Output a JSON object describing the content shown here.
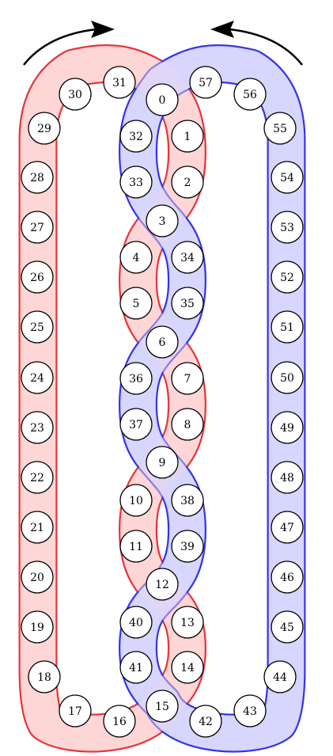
{
  "title": "",
  "colors": {
    "red_stroke": "#e8343a",
    "red_fill": "#ffd6d6",
    "blue_stroke": "#3434e8",
    "blue_fill": "#d6d6ff",
    "arrow": "#000000",
    "node_fill": "#ffffff",
    "node_stroke": "#000000"
  },
  "arrows": [
    {
      "name": "rotate-arrow-left-icon",
      "direction": "clockwise"
    },
    {
      "name": "rotate-arrow-right-icon",
      "direction": "counterclockwise"
    }
  ],
  "nodes": [
    {
      "label": "0"
    },
    {
      "label": "1"
    },
    {
      "label": "2"
    },
    {
      "label": "3"
    },
    {
      "label": "4"
    },
    {
      "label": "5"
    },
    {
      "label": "6"
    },
    {
      "label": "7"
    },
    {
      "label": "8"
    },
    {
      "label": "9"
    },
    {
      "label": "10"
    },
    {
      "label": "11"
    },
    {
      "label": "12"
    },
    {
      "label": "13"
    },
    {
      "label": "14"
    },
    {
      "label": "15"
    },
    {
      "label": "16"
    },
    {
      "label": "17"
    },
    {
      "label": "18"
    },
    {
      "label": "19"
    },
    {
      "label": "20"
    },
    {
      "label": "21"
    },
    {
      "label": "22"
    },
    {
      "label": "23"
    },
    {
      "label": "24"
    },
    {
      "label": "25"
    },
    {
      "label": "26"
    },
    {
      "label": "27"
    },
    {
      "label": "28"
    },
    {
      "label": "29"
    },
    {
      "label": "30"
    },
    {
      "label": "31"
    },
    {
      "label": "32"
    },
    {
      "label": "33"
    },
    {
      "label": "34"
    },
    {
      "label": "35"
    },
    {
      "label": "36"
    },
    {
      "label": "37"
    },
    {
      "label": "38"
    },
    {
      "label": "39"
    },
    {
      "label": "40"
    },
    {
      "label": "41"
    },
    {
      "label": "42"
    },
    {
      "label": "43"
    },
    {
      "label": "44"
    },
    {
      "label": "45"
    },
    {
      "label": "46"
    },
    {
      "label": "47"
    },
    {
      "label": "48"
    },
    {
      "label": "49"
    },
    {
      "label": "50"
    },
    {
      "label": "51"
    },
    {
      "label": "52"
    },
    {
      "label": "53"
    },
    {
      "label": "54"
    },
    {
      "label": "55"
    },
    {
      "label": "56"
    },
    {
      "label": "57"
    }
  ]
}
